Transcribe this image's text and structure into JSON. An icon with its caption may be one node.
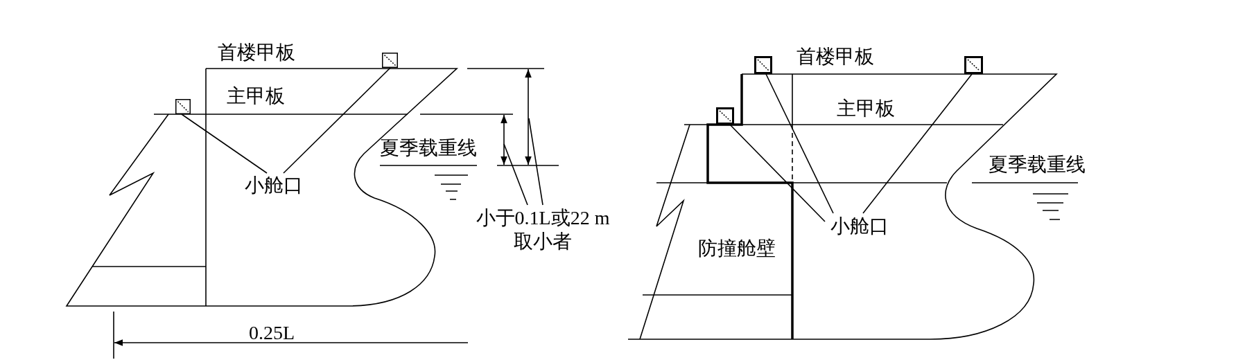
{
  "diagram": {
    "nodes": [
      {
        "text": [],
        "shape": "box"
      },
      {
        "text": [],
        "shape": "box"
      },
      {
        "text": [
          "小舱口"
        ]
      },
      {
        "text": [
          "小于0.1L或22 m取小者"
        ]
      },
      {
        "text": [],
        "shape": "box"
      },
      {
        "text": [],
        "shape": "box"
      },
      {
        "text": [],
        "shape": "box"
      },
      {
        "text": [
          "小舱口"
        ]
      }
    ],
    "edges": [
      {
        "from": 2,
        "to": 0,
        "arrow": "none"
      },
      {
        "from": 2,
        "to": 1,
        "arrow": "none"
      },
      {
        "from": 3,
        "to": null,
        "arrow": "none"
      },
      {
        "from": 3,
        "to": null,
        "arrow": "none"
      },
      {
        "from": 7,
        "to": 4,
        "arrow": "none"
      },
      {
        "from": 7,
        "to": 6,
        "arrow": "none"
      },
      {
        "from": 7,
        "to": 5,
        "arrow": "none"
      }
    ],
    "labels": [
      "首楼甲板",
      "主甲板",
      "夏季载重线",
      "0.25L",
      "首楼甲板",
      "主甲板",
      "夏季载重线",
      "防撞舱壁"
    ]
  }
}
